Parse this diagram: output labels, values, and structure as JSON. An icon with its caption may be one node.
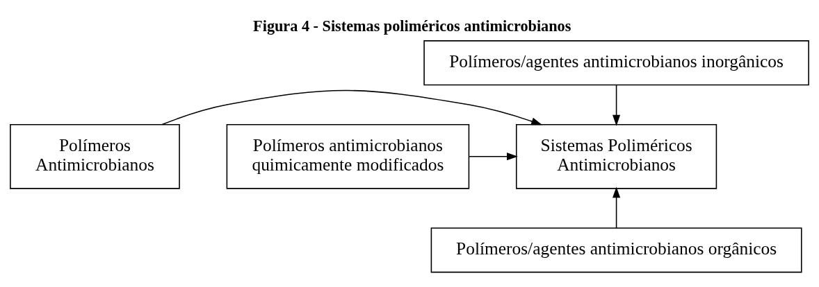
{
  "diagram": {
    "title": "Figura 4 - Sistemas poliméricos antimicrobianos",
    "nodes": [
      {
        "text": [
          "Polímeros/agentes antimicrobianos inorgânicos"
        ]
      },
      {
        "text": [
          "Polímeros Antimicrobianos"
        ]
      },
      {
        "text": [
          "Sistemas Poliméricos Antimicrobianos"
        ]
      },
      {
        "text": [
          "Polímeros antimicrobianos quimicamente modificados"
        ]
      },
      {
        "text": [
          "Polímeros/agentes antimicrobianos orgânicos"
        ]
      }
    ],
    "edges": [
      {
        "from": 0,
        "to": 2,
        "arrow": "to"
      },
      {
        "from": 1,
        "to": 2,
        "arrow": "to"
      },
      {
        "from": 3,
        "to": 2,
        "arrow": "to"
      },
      {
        "from": 4,
        "to": 2,
        "arrow": "to"
      }
    ]
  }
}
